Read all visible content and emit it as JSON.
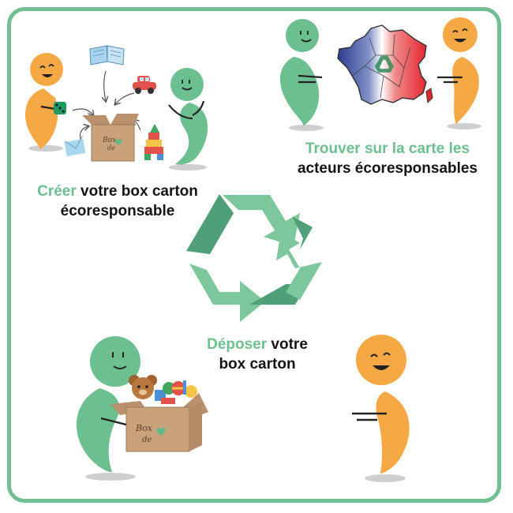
{
  "colors": {
    "border": "#72bf91",
    "accent_green": "#6cbf90",
    "character_green": "#6cbf8f",
    "character_orange": "#f6a845",
    "recycle_green_dark": "#4f9f79",
    "recycle_green_light": "#7cc79b",
    "cardboard": "#c9a27c",
    "text": "#141414"
  },
  "step_create": {
    "highlight": "Créer",
    "rest_line1": " votre box carton",
    "line2": "écoresponsable",
    "box_label": "Box de"
  },
  "step_find": {
    "highlight": "Trouver sur la carte les",
    "line2": "acteurs écoresponsables"
  },
  "step_deposit": {
    "highlight": "Déposer",
    "rest_line1": " votre",
    "line2": "box carton",
    "box_label": "Box de"
  },
  "icons": [
    "book-icon",
    "toy-car-icon",
    "dice-icon",
    "envelope-icon",
    "toy-blocks-icon",
    "cardboard-box-icon",
    "france-map-icon",
    "recycle-icon",
    "teddy-bear-icon"
  ]
}
